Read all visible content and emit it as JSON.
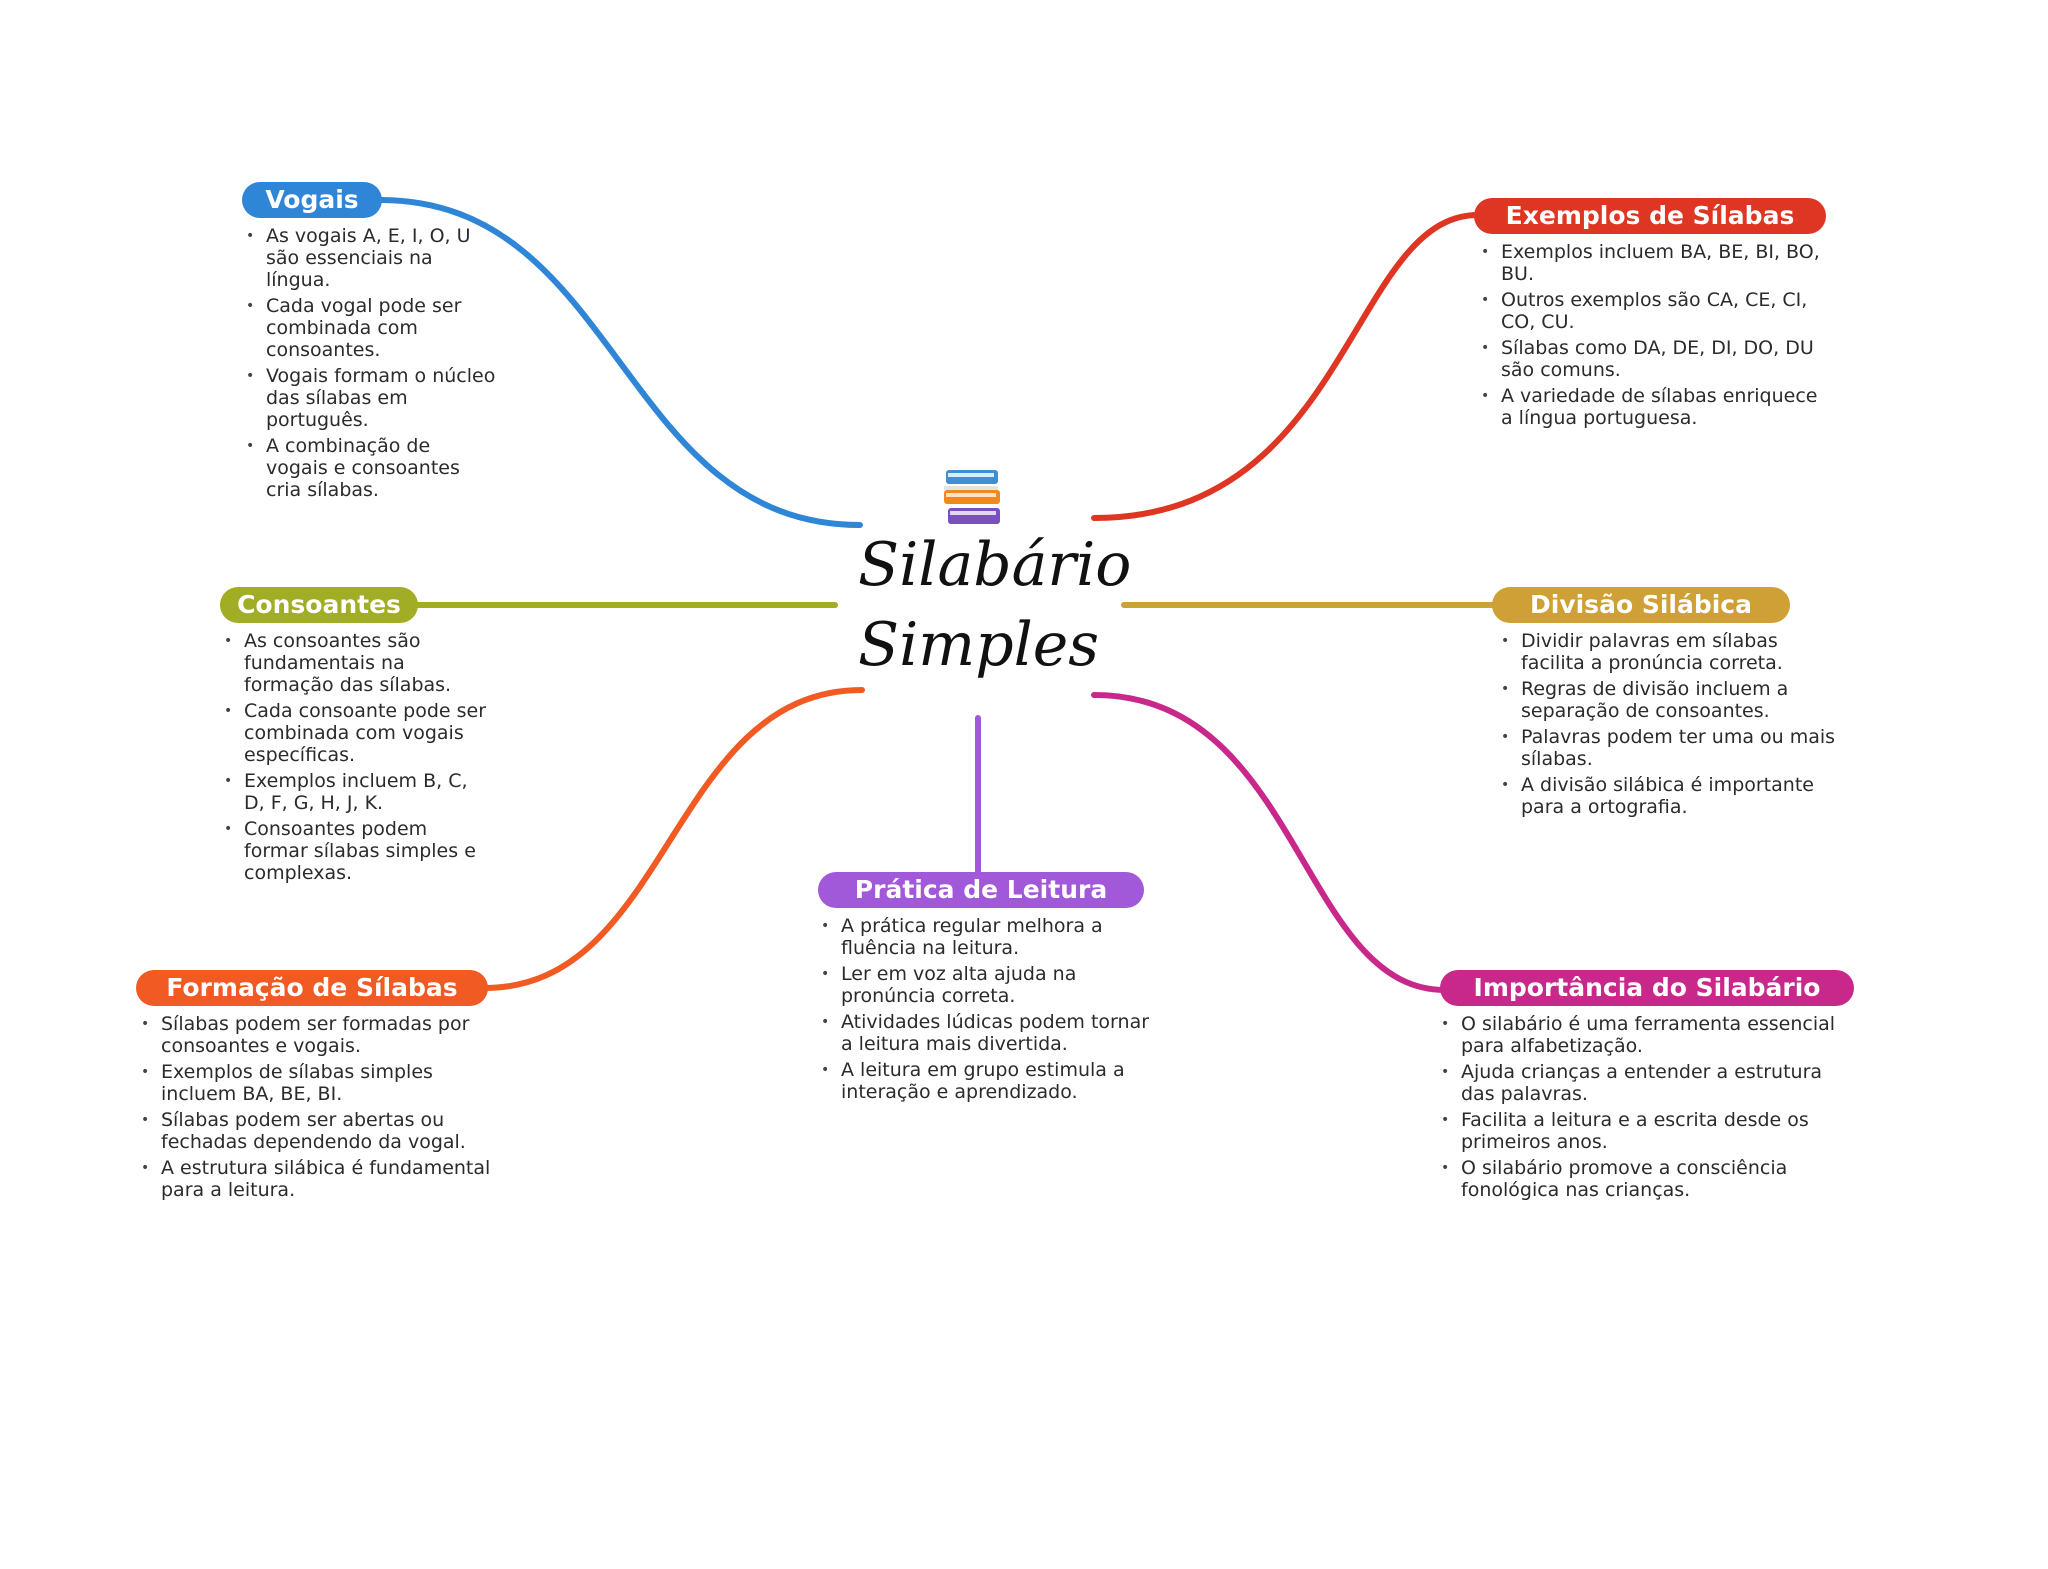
{
  "central": {
    "title": "Silabário Simples",
    "icon": "books-icon"
  },
  "branches": [
    {
      "id": "vogais",
      "label": "Vogais",
      "color": "#2f86d6",
      "items": [
        "As vogais A, E, I, O, U são essenciais na língua.",
        "Cada vogal pode ser combinada com consoantes.",
        "Vogais formam o núcleo das sílabas em português.",
        "A combinação de vogais e consoantes cria sílabas."
      ]
    },
    {
      "id": "consoantes",
      "label": "Consoantes",
      "color": "#a1ad24",
      "items": [
        "As consoantes são fundamentais na formação das sílabas.",
        "Cada consoante pode ser combinada com vogais específicas.",
        "Exemplos incluem B, C, D, F, G, H, J, K.",
        "Consoantes podem formar sílabas simples e complexas."
      ]
    },
    {
      "id": "formacao",
      "label": "Formação de Sílabas",
      "color": "#f15a22",
      "items": [
        "Sílabas podem ser formadas por consoantes e vogais.",
        "Exemplos de sílabas simples incluem BA, BE, BI.",
        "Sílabas podem ser abertas ou fechadas dependendo da vogal.",
        "A estrutura silábica é fundamental para a leitura."
      ]
    },
    {
      "id": "pratica",
      "label": "Prática de Leitura",
      "color": "#a259d9",
      "items": [
        "A prática regular melhora a fluência na leitura.",
        "Ler em voz alta ajuda na pronúncia correta.",
        "Atividades lúdicas podem tornar a leitura mais divertida.",
        "A leitura em grupo estimula a interação e aprendizado."
      ]
    },
    {
      "id": "exemplos",
      "label": "Exemplos de Sílabas",
      "color": "#df3623",
      "items": [
        "Exemplos incluem BA, BE, BI, BO, BU.",
        "Outros exemplos são CA, CE, CI, CO, CU.",
        "Sílabas como DA, DE, DI, DO, DU são comuns.",
        "A variedade de sílabas enriquece a língua portuguesa."
      ]
    },
    {
      "id": "divisao",
      "label": "Divisão Silábica",
      "color": "#cfa035",
      "items": [
        "Dividir palavras em sílabas facilita a pronúncia correta.",
        "Regras de divisão incluem a separação de consoantes.",
        "Palavras podem ter uma ou mais sílabas.",
        "A divisão silábica é importante para a ortografia."
      ]
    },
    {
      "id": "importancia",
      "label": "Importância do Silabário",
      "color": "#c8288a",
      "items": [
        "O silabário é uma ferramenta essencial para alfabetização.",
        "Ajuda crianças a entender a estrutura das palavras.",
        "Facilita a leitura e a escrita desde os primeiros anos.",
        "O silabário promove a consciência fonológica nas crianças."
      ]
    }
  ]
}
